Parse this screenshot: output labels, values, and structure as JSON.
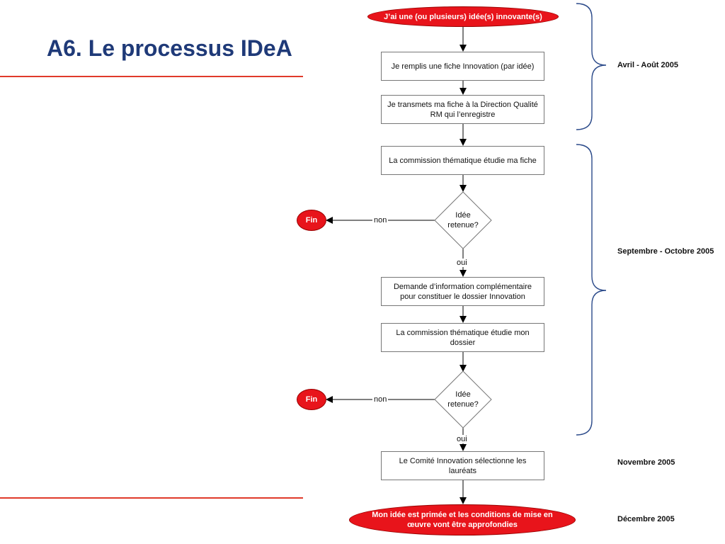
{
  "slide": {
    "title": "A6. Le processus IDeA"
  },
  "flow": {
    "start": "J’ai une (ou plusieurs) idée(s) innovante(s)",
    "step1": "Je remplis une fiche Innovation (par idée)",
    "step2": "Je transmets ma fiche à la Direction Qualité RM qui l’enregistre",
    "step3": "La commission thématique étudie ma fiche",
    "decision1": "Idée retenue?",
    "no1": "non",
    "yes1": "oui",
    "end1": "Fin",
    "step4": "Demande d’information complémentaire pour constituer le dossier Innovation",
    "step5": "La commission thématique étudie mon dossier",
    "decision2": "Idée retenue?",
    "no2": "non",
    "yes2": "oui",
    "end2": "Fin",
    "step6": "Le Comité Innovation sélectionne les lauréats",
    "final": "Mon idée est primée et les conditions de mise en œuvre vont être approfondies"
  },
  "periods": {
    "p1": "Avril - Août 2005",
    "p2": "Septembre - Octobre 2005",
    "p3": "Novembre 2005",
    "p4": "Décembre 2005"
  },
  "colors": {
    "title": "#1f3a78",
    "rule": "#e03a2a",
    "terminal": "#e8141b",
    "brace": "#2b4a8a"
  }
}
